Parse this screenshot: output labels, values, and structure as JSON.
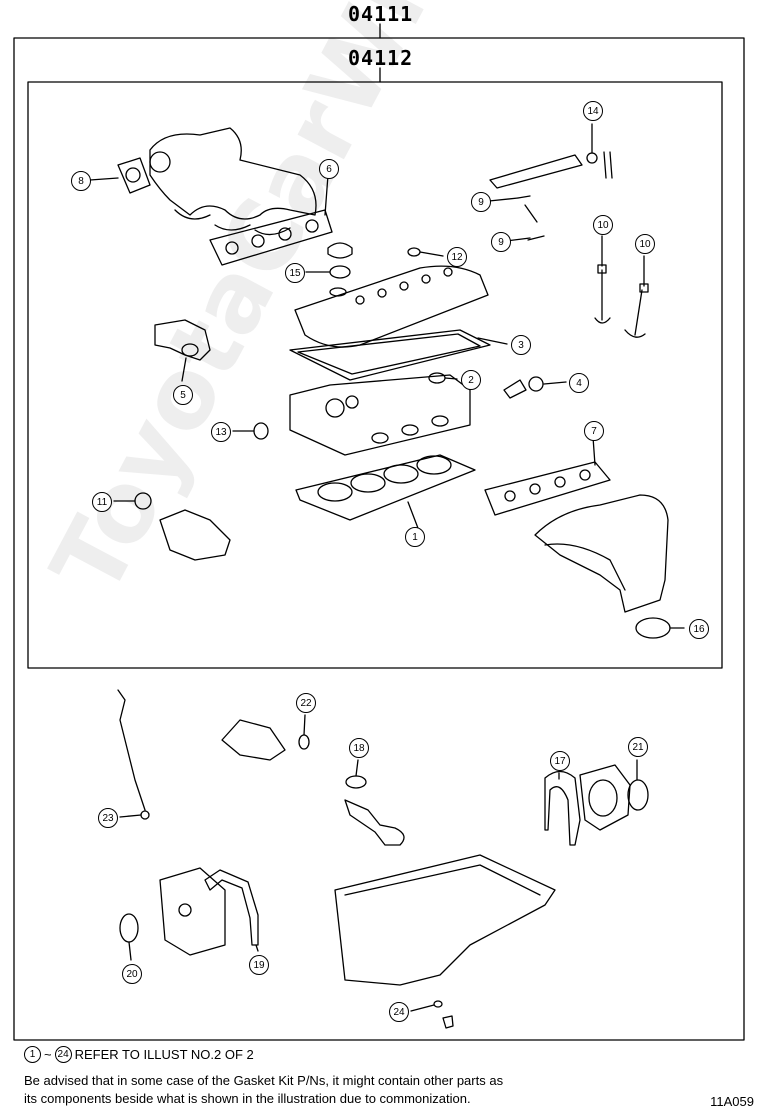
{
  "header": {
    "outer_code": "04111",
    "inner_code": "04112"
  },
  "callouts": [
    "1",
    "2",
    "3",
    "4",
    "5",
    "6",
    "7",
    "8",
    "9",
    "9",
    "10",
    "10",
    "11",
    "12",
    "13",
    "14",
    "15",
    "16",
    "17",
    "18",
    "19",
    "20",
    "21",
    "22",
    "23",
    "24"
  ],
  "notes": {
    "ref_start": "1",
    "ref_tilde": "~",
    "ref_end": "24",
    "ref_text": "REFER TO ILLUST NO.2 OF 2",
    "advisory_line1": "Be advised that in some case of the Gasket Kit P/Ns,  it might contain other parts as",
    "advisory_line2": "its components beside what is shown in the illustration due to commonization."
  },
  "illustration_id": "11A059",
  "watermark": "ToyotaCarWiner.ru"
}
